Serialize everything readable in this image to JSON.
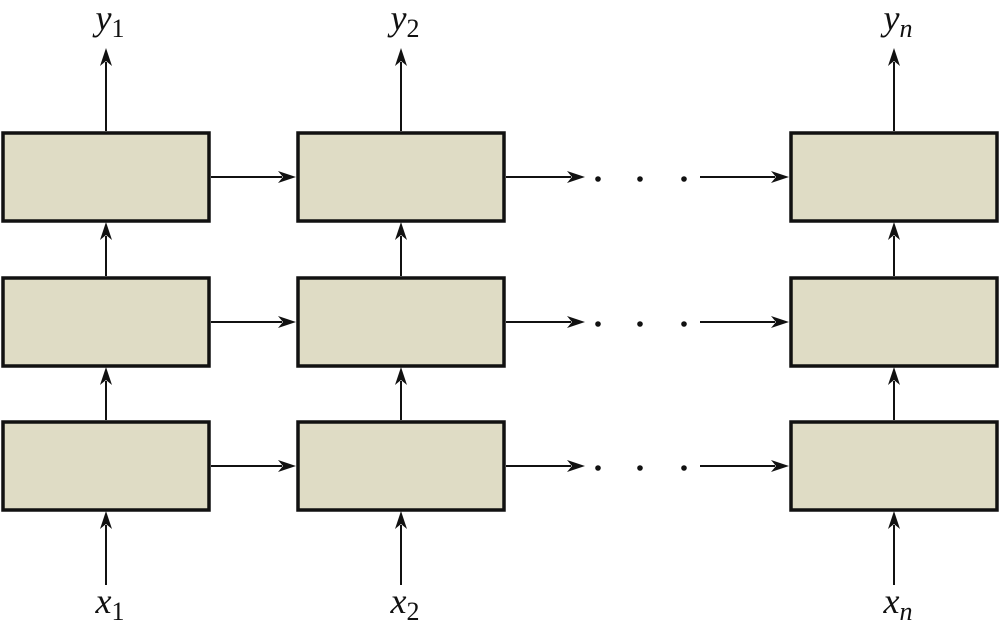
{
  "colors": {
    "cell_fill": "#dfdcc5",
    "stroke": "#111111",
    "background": "#ffffff"
  },
  "diagram": {
    "layers": 3,
    "columns": [
      {
        "id": "col-1",
        "input": {
          "base": "x",
          "sub": "1"
        },
        "output": {
          "base": "y",
          "sub": "1"
        }
      },
      {
        "id": "col-2",
        "input": {
          "base": "x",
          "sub": "2"
        },
        "output": {
          "base": "y",
          "sub": "2"
        }
      },
      {
        "id": "col-n",
        "input": {
          "base": "x",
          "sub": "n"
        },
        "output": {
          "base": "y",
          "sub": "n"
        }
      }
    ],
    "ellipsis": "· · ·"
  }
}
